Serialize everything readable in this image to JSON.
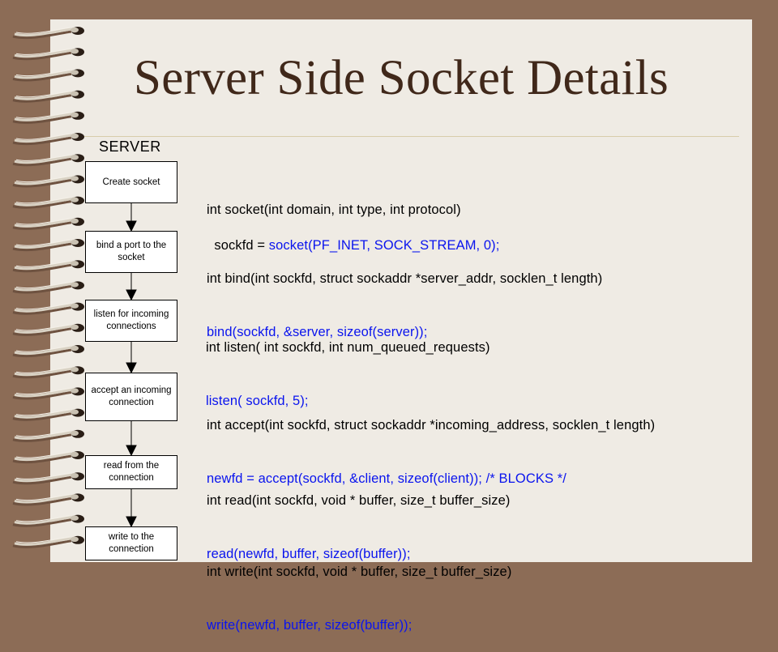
{
  "slide": {
    "title": "Server Side Socket Details",
    "server_label": "SERVER"
  },
  "steps": [
    {
      "label": "Create socket",
      "signature": "int socket(int domain, int type, int protocol)",
      "call": "sockfd = socket(PF_INET, SOCK_STREAM, 0);",
      "call_prefix": "sockfd = ",
      "call_rest": "socket(PF_INET, SOCK_STREAM, 0);"
    },
    {
      "label": "bind a port to the socket",
      "signature": "int bind(int sockfd, struct sockaddr *server_addr, socklen_t length)",
      "call": "bind(sockfd, &server, sizeof(server));"
    },
    {
      "label": "listen for incoming connections",
      "signature": "int listen( int sockfd, int num_queued_requests)",
      "call": "listen( sockfd, 5);"
    },
    {
      "label": "accept an incoming connection",
      "signature": "int accept(int sockfd, struct sockaddr *incoming_address, socklen_t length)",
      "call": "newfd = accept(sockfd, &client, sizeof(client)); /* BLOCKS */"
    },
    {
      "label": "read from the connection",
      "signature": "int read(int sockfd, void * buffer, size_t buffer_size)",
      "call": "read(newfd, buffer, sizeof(buffer));"
    },
    {
      "label": "write to the connection",
      "signature": "int write(int sockfd, void * buffer, size_t buffer_size)",
      "call": "write(newfd, buffer, sizeof(buffer));"
    }
  ],
  "colors": {
    "background": "#8c6c56",
    "page": "#efebe4",
    "title": "#40281a",
    "call_text": "#0a14ee",
    "signature_text": "#000000"
  }
}
